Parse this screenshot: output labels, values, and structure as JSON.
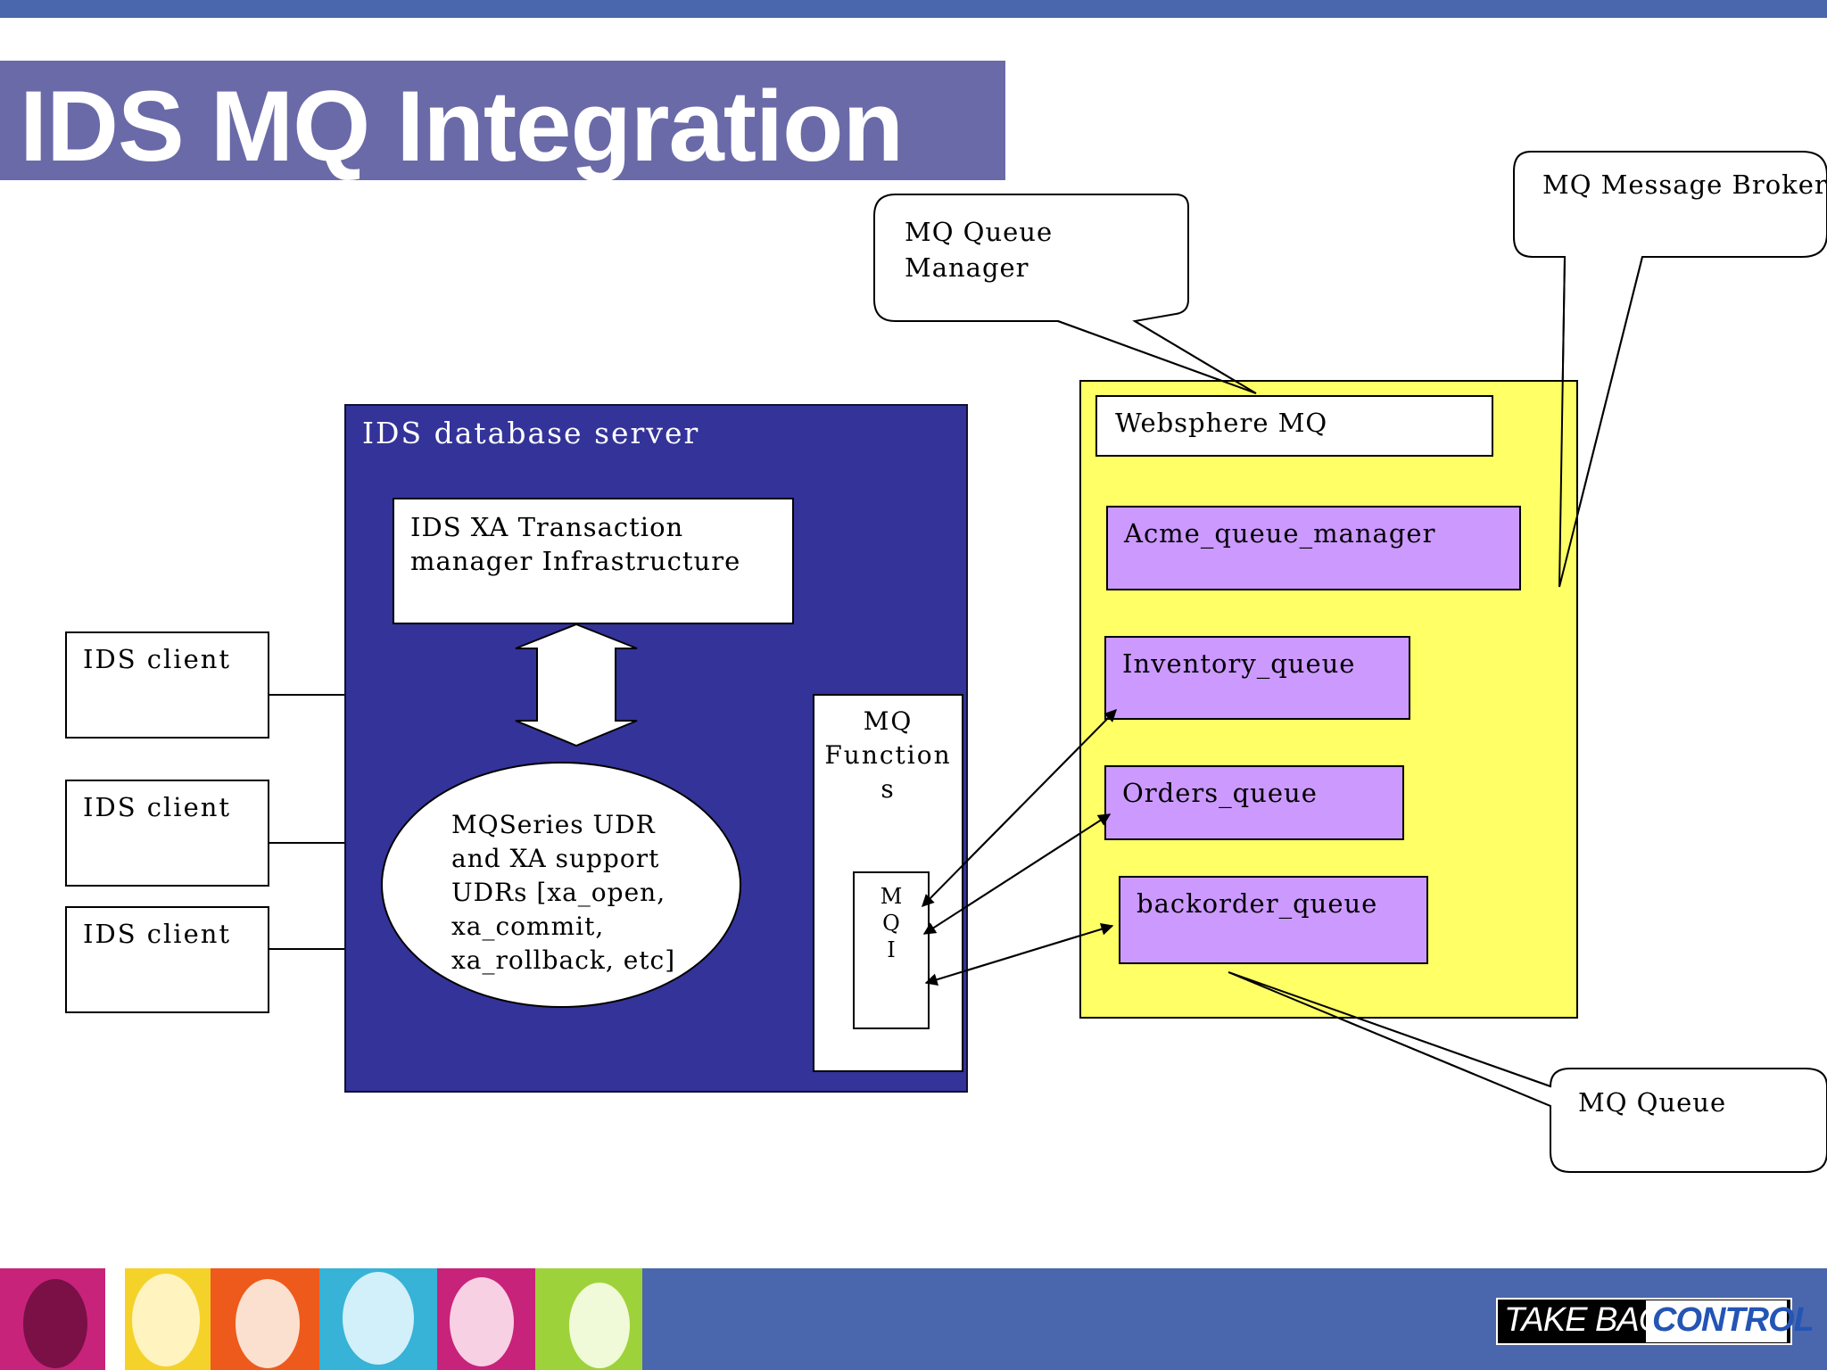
{
  "slide": {
    "title": "IDS MQ Integration"
  },
  "db_server": {
    "label": "IDS database server",
    "xa_box_text": "IDS XA Transaction\nmanager Infrastructure",
    "udr_text": "MQSeries UDR\nand XA support\nUDRs [xa_open,\nxa_commit,\nxa_rollback, etc]",
    "mq_functions_text": "MQ\nFunction\ns",
    "mqi_text": "M\nQ\nI"
  },
  "clients": [
    {
      "label": "IDS client"
    },
    {
      "label": "IDS client"
    },
    {
      "label": "IDS client"
    }
  ],
  "websphere": {
    "title": "Websphere MQ",
    "queue_manager": "Acme_queue_manager",
    "queues": [
      {
        "label": "Inventory_queue"
      },
      {
        "label": "Orders_queue"
      },
      {
        "label": "backorder_queue"
      }
    ]
  },
  "callouts": {
    "queue_manager": "MQ Queue\nManager",
    "message_broker": "MQ Message Broker",
    "queue": "MQ Queue"
  },
  "logo": {
    "word1": "TAKE BACK",
    "word2": "CONTROL"
  },
  "colors": {
    "header_bar": "#4a66ad",
    "title_band": "#6a6aa8",
    "db_server": "#333399",
    "websphere_bg": "#ffff66",
    "queue_fill": "#cc99ff"
  }
}
